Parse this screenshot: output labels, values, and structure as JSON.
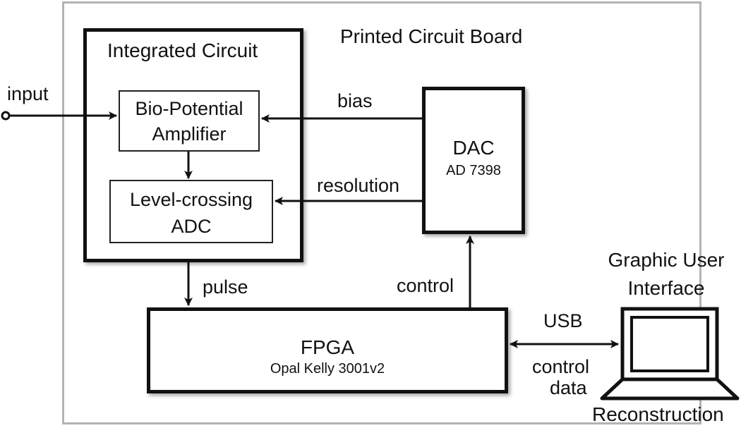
{
  "labels": {
    "pcb": "Printed Circuit Board",
    "ic": "Integrated Circuit",
    "amp_line1": "Bio-Potential",
    "amp_line2": "Amplifier",
    "adc_line1": "Level-crossing",
    "adc_line2": "ADC",
    "dac_title": "DAC",
    "dac_part": "AD 7398",
    "fpga_title": "FPGA",
    "fpga_part": "Opal Kelly 3001v2",
    "gui_line1": "Graphic User",
    "gui_line2": "Interface",
    "reconstruction": "Reconstruction"
  },
  "signals": {
    "input": "input",
    "bias": "bias",
    "resolution": "resolution",
    "pulse": "pulse",
    "control": "control",
    "usb": "USB",
    "usb_sub1": "control",
    "usb_sub2": "data"
  }
}
